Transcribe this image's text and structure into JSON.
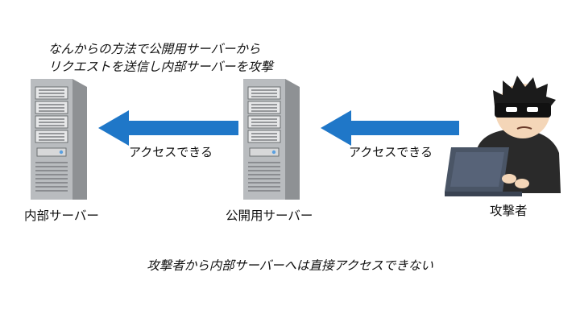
{
  "header": {
    "line1": "なんからの方法で公開用サーバーから",
    "line2": "リクエストを送信し内部サーバーを攻撃"
  },
  "nodes": {
    "internal_server": "内部サーバー",
    "public_server": "公開用サーバー",
    "attacker": "攻撃者"
  },
  "arrows": {
    "left_label": "アクセスできる",
    "right_label": "アクセスできる"
  },
  "footer": "攻撃者から内部サーバーへは直接アクセスできない",
  "colors": {
    "arrow": "#1f77c8",
    "server_front": "#b9bcbf",
    "server_side": "#8e9194",
    "attacker_clothes": "#2a2a2a",
    "laptop": "#4a5566"
  }
}
